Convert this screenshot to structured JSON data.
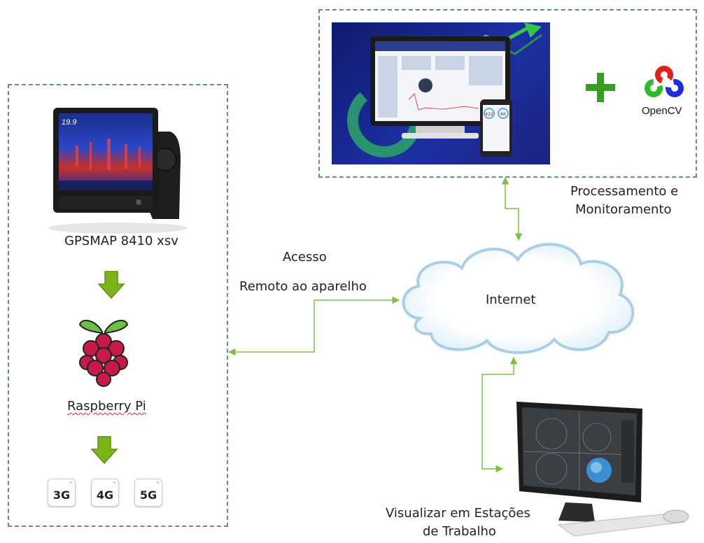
{
  "nodes": {
    "gps_label": "GPSMAP 8410 xsv",
    "gps_screen_value": "19.9",
    "rpi_label": "Raspberry Pi",
    "internet_label": "Internet",
    "processing_line1": "Processamento e",
    "processing_line2": "Monitoramento",
    "workstation_line1": "Visualizar em Estações",
    "workstation_line2": "de Trabalho",
    "opencv_label": "OpenCV",
    "plus_symbol": "+"
  },
  "edges": {
    "remote_line1": "Acesso",
    "remote_line2": "Remoto ao aparelho"
  },
  "network_badges": [
    "3G",
    "4G",
    "5G"
  ],
  "dashboard_gauges": [
    "422",
    "66"
  ],
  "colors": {
    "arrow_green": "#7cc142",
    "box_border": "#6d8793",
    "cloud_stroke": "#a8cfe8",
    "down_arrow": "#7cb518",
    "plus_green": "#3a9d23"
  }
}
